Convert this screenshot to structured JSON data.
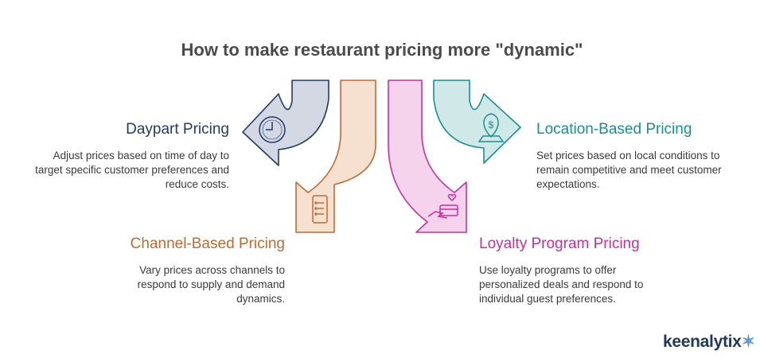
{
  "title": "How to make restaurant pricing more \"dynamic\"",
  "items": [
    {
      "heading": "Daypart Pricing",
      "description": "Adjust prices based on time of day to target specific customer preferences and reduce costs.",
      "color": "#223a6b",
      "fill": "#d3d8e2",
      "icon": "clock-icon"
    },
    {
      "heading": "Channel-Based Pricing",
      "description": "Vary prices across channels to respond to supply and demand dynamics.",
      "color": "#c8682c",
      "fill": "#f6e0d0",
      "icon": "mobile-menu-icon"
    },
    {
      "heading": "Loyalty Program Pricing",
      "description": "Use loyalty programs to offer personalized deals and respond to individual guest preferences.",
      "color": "#c62f9e",
      "fill": "#f5d3ec",
      "icon": "card-payment-icon"
    },
    {
      "heading": "Location-Based Pricing",
      "description": "Set prices based on local conditions to remain competitive and meet customer expectations.",
      "color": "#13928f",
      "fill": "#d0e9e8",
      "icon": "location-pin-dollar-icon"
    }
  ],
  "brand": {
    "name": "keenalytix",
    "color": "#1f3864"
  }
}
